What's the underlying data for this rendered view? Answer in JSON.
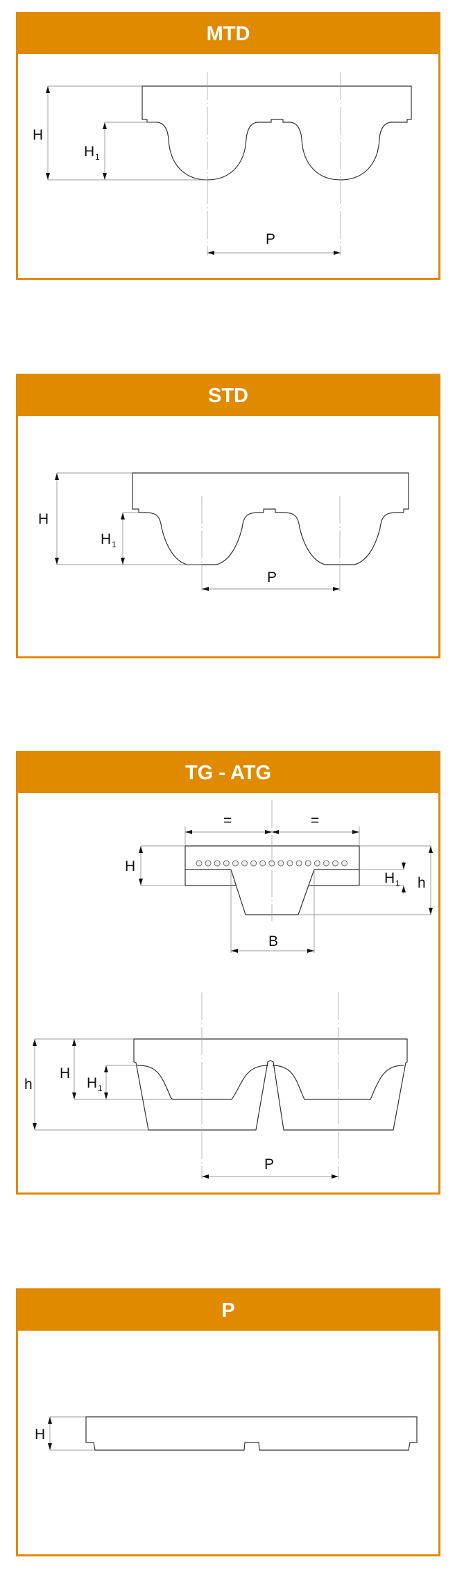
{
  "theme": {
    "accent": "#E08A00"
  },
  "panels": [
    {
      "title": "MTD",
      "labels": {
        "H": "H",
        "H1": "H",
        "H1_sub": "1",
        "P": "P"
      }
    },
    {
      "title": "STD",
      "labels": {
        "H": "H",
        "H1": "H",
        "H1_sub": "1",
        "P": "P"
      }
    },
    {
      "title": "TG - ATG",
      "labels": {
        "eq_left": "=",
        "eq_right": "=",
        "H": "H",
        "H1": "H",
        "H1_sub": "1",
        "h": "h",
        "B": "B",
        "h2": "h",
        "H2": "H",
        "H1b": "H",
        "H1b_sub": "1",
        "P": "P"
      }
    },
    {
      "title": "P",
      "labels": {
        "H": "H"
      }
    }
  ]
}
